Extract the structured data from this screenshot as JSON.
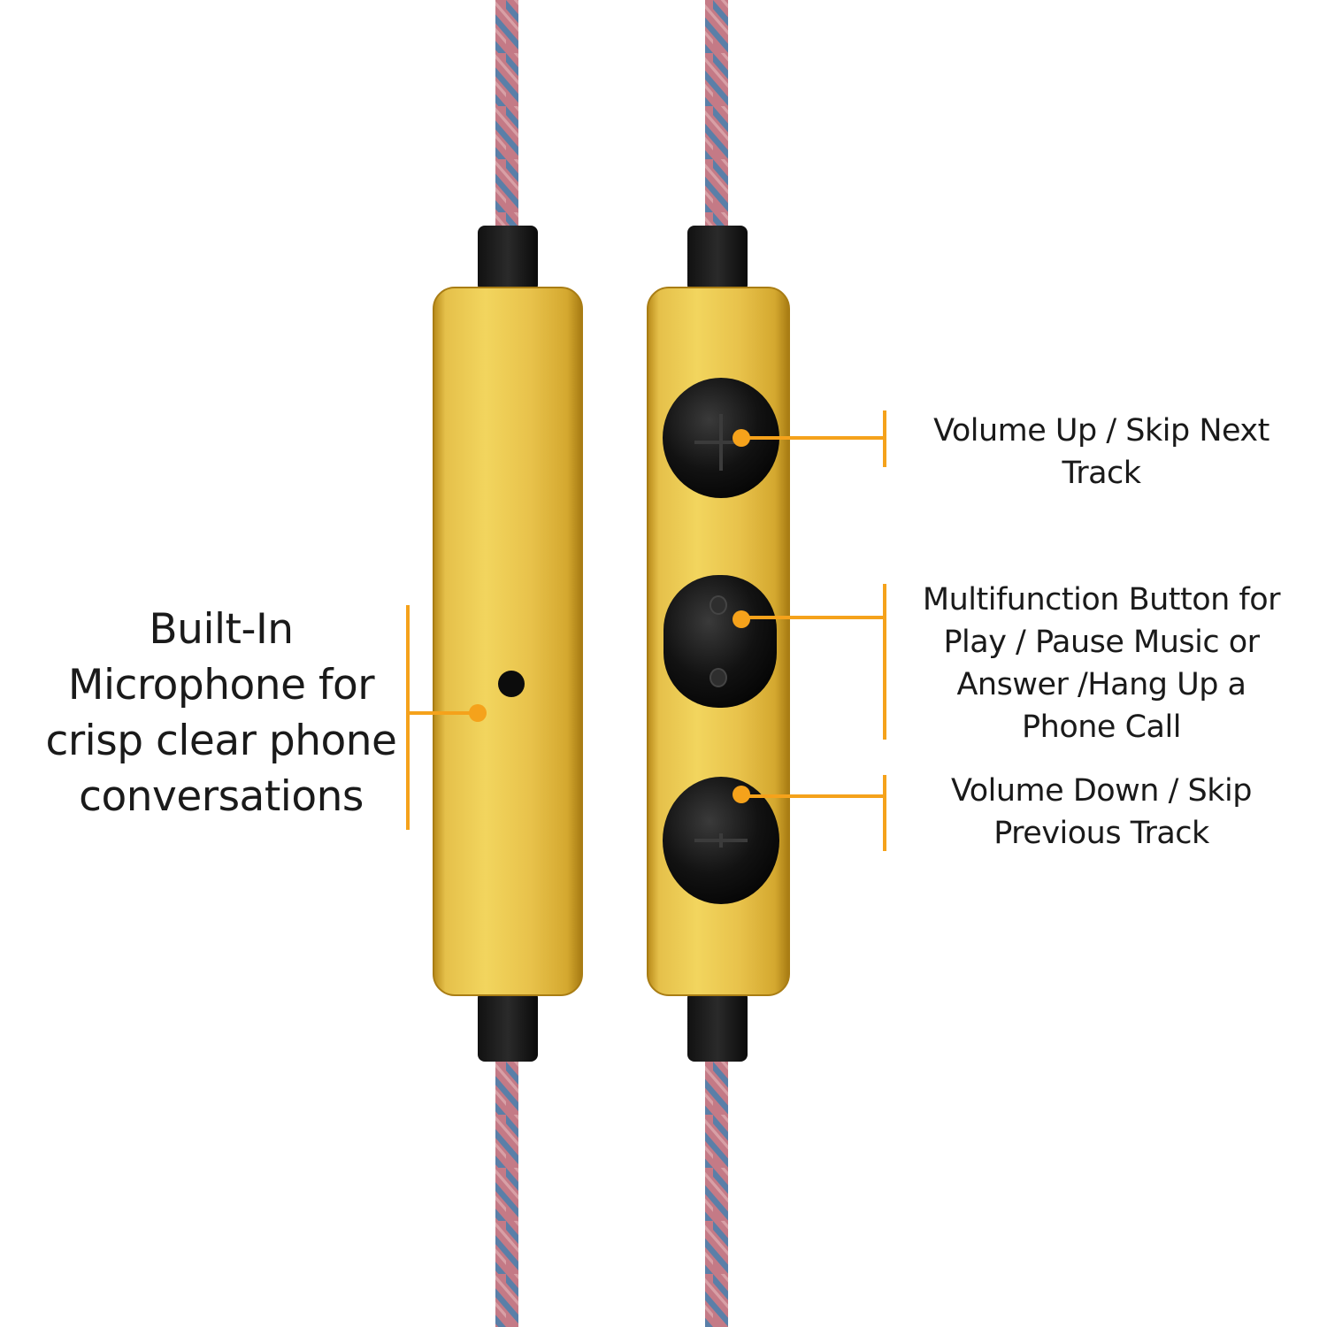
{
  "callouts": {
    "microphone": {
      "lines": [
        "Built-In",
        "Microphone for",
        "crisp clear phone",
        "conversations"
      ]
    },
    "volume_up": {
      "lines": [
        "Volume Up / Skip Next",
        "Track"
      ]
    },
    "multifunction": {
      "lines": [
        "Multifunction Button for",
        "Play / Pause Music or",
        "Answer /Hang Up a",
        "Phone Call"
      ]
    },
    "volume_down": {
      "lines": [
        "Volume Down / Skip",
        "Previous Track"
      ]
    }
  },
  "colors": {
    "accent": "#f5a21b",
    "body_gold": "#e0b530",
    "button_black": "#111111",
    "cable_red": "#b8506a",
    "cable_blue": "#5a7fa8"
  },
  "icons": {
    "volume_up": "plus-icon",
    "multifunction": "dot-pair-icon",
    "volume_down": "minus-icon",
    "microphone": "mic-hole-icon"
  }
}
